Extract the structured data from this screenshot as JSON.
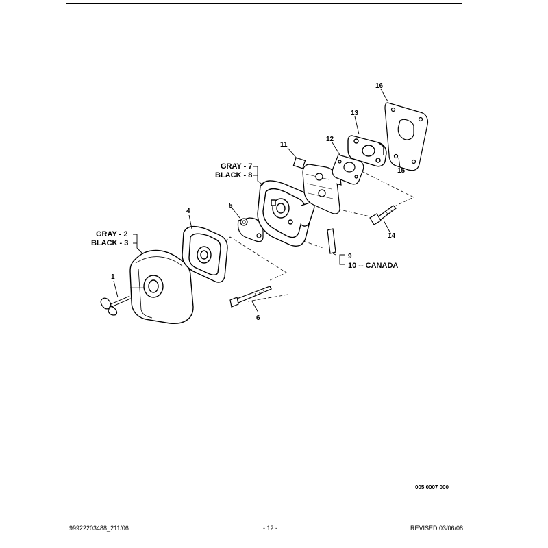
{
  "diagram": {
    "callouts": {
      "c1": "1",
      "c2": "GRAY - 2",
      "c3": "BLACK - 3",
      "c4": "4",
      "c5": "5",
      "c6": "6",
      "c7": "GRAY - 7",
      "c8": "BLACK - 8",
      "c9": "9",
      "c10": "10 -- CANADA",
      "c11": "11",
      "c12": "12",
      "c13": "13",
      "c14": "14",
      "c15": "15",
      "c16": "16"
    },
    "drawing_code": "005 0007 000"
  },
  "footer": {
    "left": "99922203488_211/06",
    "center": "- 12 -",
    "right": "REVISED 03/06/08"
  }
}
